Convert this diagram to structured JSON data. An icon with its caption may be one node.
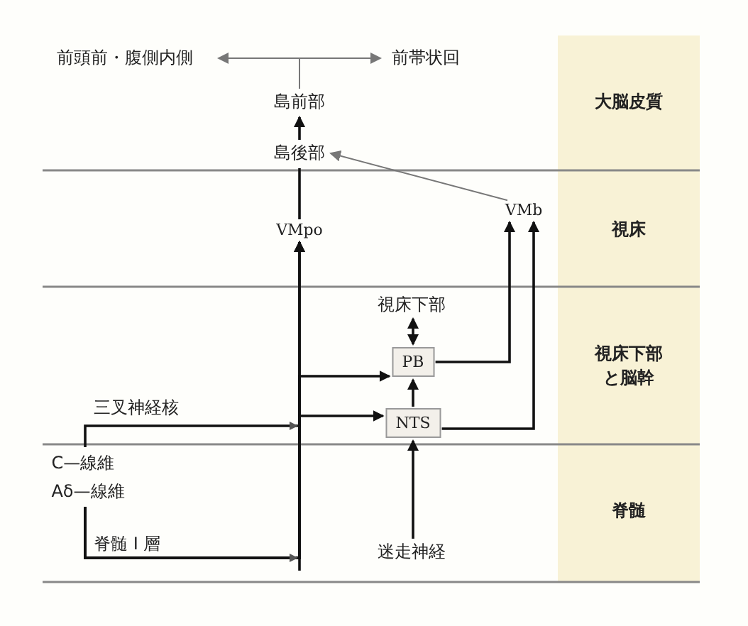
{
  "diagram": {
    "nodes": [
      {
        "text": [
          "前頭前・腹側内側"
        ]
      },
      {
        "text": [
          "前帯状回"
        ]
      },
      {
        "text": [
          "島前部"
        ]
      },
      {
        "text": [
          "島後部"
        ]
      },
      {
        "text": [
          "VMpo"
        ]
      },
      {
        "text": [
          "VMb"
        ]
      },
      {
        "text": [
          "視床下部"
        ]
      },
      {
        "text": [
          "PB"
        ]
      },
      {
        "text": [
          "NTS"
        ]
      },
      {
        "text": [
          "C—線維",
          "Aδ—線維"
        ]
      },
      {
        "text": [
          "迷走神経"
        ]
      }
    ],
    "edges": [
      {
        "from": 2,
        "to": 0,
        "arrow": "to",
        "color": "#777777"
      },
      {
        "from": 2,
        "to": 1,
        "arrow": "to",
        "color": "#777777"
      },
      {
        "from": 3,
        "to": 2,
        "arrow": "to"
      },
      {
        "from": 5,
        "to": 3,
        "arrow": "to",
        "color": "#777777"
      },
      {
        "from": 4,
        "to": 3,
        "arrow": "none"
      },
      {
        "from": 9,
        "to": 4,
        "arrow": "to",
        "label": "三叉神経核"
      },
      {
        "from": 9,
        "to": 4,
        "arrow": "to",
        "label": "脊髄 I 層"
      },
      {
        "from": 9,
        "to": 7,
        "arrow": "to"
      },
      {
        "from": 9,
        "to": 8,
        "arrow": "to"
      },
      {
        "from": 6,
        "to": 7,
        "arrow": "both"
      },
      {
        "from": 8,
        "to": 7,
        "arrow": "to"
      },
      {
        "from": 7,
        "to": 5,
        "arrow": "to"
      },
      {
        "from": 8,
        "to": 5,
        "arrow": "to"
      },
      {
        "from": 10,
        "to": 8,
        "arrow": "to"
      }
    ],
    "labels": [
      "大脳皮質",
      "視床",
      "視床下部と脳幹",
      "脊髄"
    ]
  }
}
